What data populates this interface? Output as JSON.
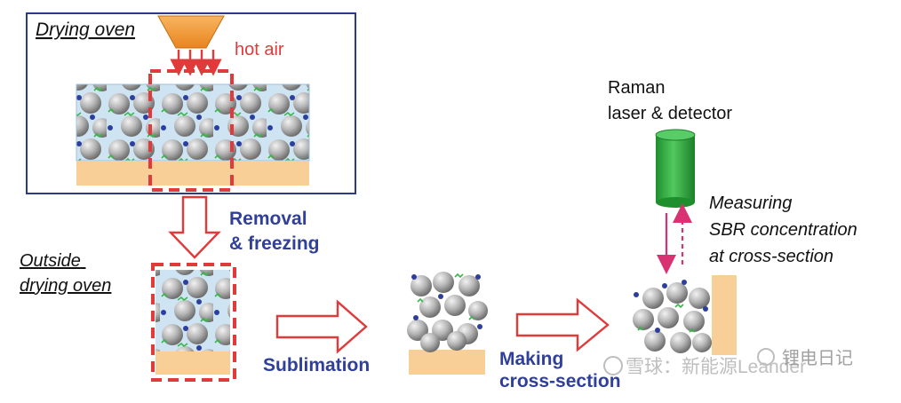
{
  "labels": {
    "drying_oven": "Drying oven",
    "hot_air": "hot air",
    "removal_line1": "Removal",
    "removal_line2": "& freezing",
    "outside_line1": "Outside",
    "outside_line2": "drying oven",
    "sublimation": "Sublimation",
    "making_line1": "Making",
    "making_line2": "cross-section",
    "raman_line1": "Raman",
    "raman_line2": "laser & detector",
    "measuring_line1": "Measuring",
    "measuring_line2": "SBR concentration",
    "measuring_line3": "at cross-section"
  },
  "watermark": {
    "left": "雪球：新能源Leander",
    "right": "锂电日记"
  },
  "colors": {
    "nozzle": "#f29a3a",
    "hot_air": "#e03a3a",
    "substrate": "#f9cf98",
    "electrolyte_bg": "#cfe4f3",
    "particle": "#a9a9a9",
    "binder_dot": "#2d3f9e",
    "binder_line": "#39b54a",
    "laser": "#2fae3f",
    "box_border": "#2b3c87",
    "label_blue": "#2f3f9a",
    "pink_arrow": "#d93272"
  }
}
